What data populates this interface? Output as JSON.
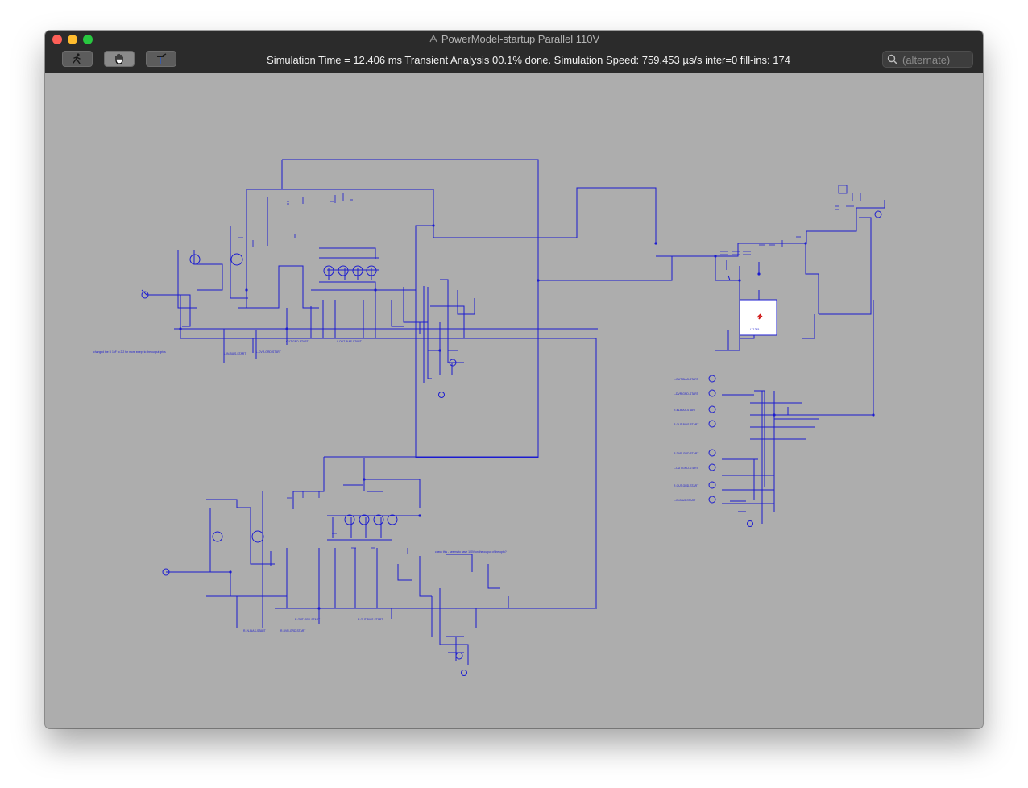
{
  "window": {
    "title": "PowerModel-startup Parallel 110V"
  },
  "toolbar": {
    "buttons": [
      {
        "name": "run-icon"
      },
      {
        "name": "hand-pan-icon"
      },
      {
        "name": "hammer-halt-icon"
      }
    ],
    "status": "Simulation Time = 12.406 ms  Transient Analysis 00.1% done. Simulation Speed: 759.453 µs/s inter=0 fill-ins: 174",
    "search_placeholder": "(alternate)"
  },
  "schematic": {
    "wire_color": "#1b1bd0",
    "background": "#adadad",
    "labels": [
      "L-IN-BIAS-START",
      "L-DVR-GRD-START",
      "L-OUT-GRD-START",
      "L-OUT-BIAS-START",
      "R-IN-BIAS-START",
      "R-DVR-GRD-START",
      "R-OUT-GRD-START",
      "R-OUT-BIAS-START",
      "L-OUT-BIAS-START",
      "L-DVR-GRD-START",
      "R-IN-BIAS-START",
      "R-OUT-BIAS-START",
      "R-DVR-GRD-START",
      "L-OUT-GRD-START",
      "R-OUT-GRD-START",
      "L-IN-BIAS-START",
      "LT1245",
      "changed the D 1uF to 2.2 for more swept to the output grids",
      "check this - seems to have 100V on the output of the opto?"
    ]
  }
}
